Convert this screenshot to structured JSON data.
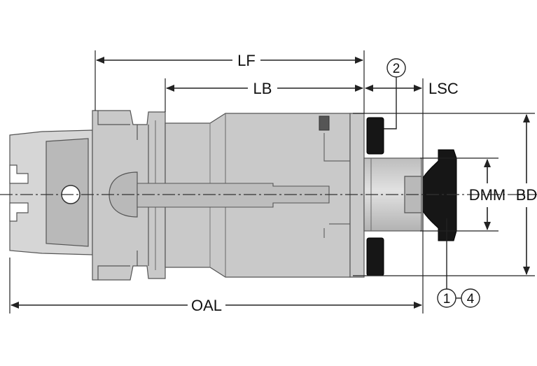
{
  "dimensions": {
    "lf": "LF",
    "lb": "LB",
    "lsc": "LSC",
    "oal": "OAL",
    "dmm": "DMM",
    "bd": "BD"
  },
  "callouts": {
    "two": "2",
    "one": "1",
    "four": "4"
  },
  "colors": {
    "body": "#c9c9c9",
    "inserts": "#161616",
    "lines": "#222222"
  }
}
